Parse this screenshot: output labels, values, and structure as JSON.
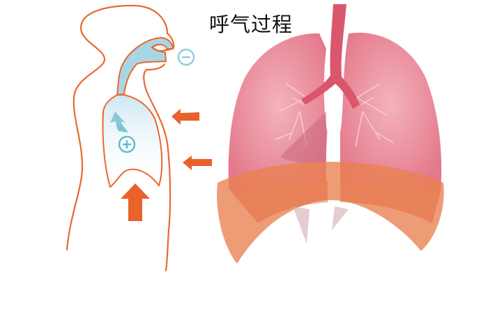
{
  "title": "呼气过程",
  "diagram": {
    "type": "anatomical-illustration",
    "subject": "exhalation process",
    "left_panel": {
      "description": "side-view body outline with airway and chest cavity",
      "labels": {
        "mouth_sign": "−",
        "chest_sign": "+"
      },
      "arrows": [
        {
          "direction": "left",
          "meaning": "chest wall moving inward (upper)"
        },
        {
          "direction": "left",
          "meaning": "chest wall moving inward (lower)"
        },
        {
          "direction": "up",
          "meaning": "diaphragm rising"
        },
        {
          "direction": "up",
          "meaning": "air flowing out of lungs",
          "color": "light-blue"
        }
      ]
    },
    "right_panel": {
      "description": "front view of lungs with trachea, bronchi and diaphragm"
    },
    "colors": {
      "outline": "#e8692f",
      "arrow": "#e8622a",
      "air": "#a9d6e4",
      "sign": "#6cc3d6",
      "lung": "#e98a9a",
      "trachea": "#d9566c",
      "diaphragm": "#e9804f"
    }
  }
}
